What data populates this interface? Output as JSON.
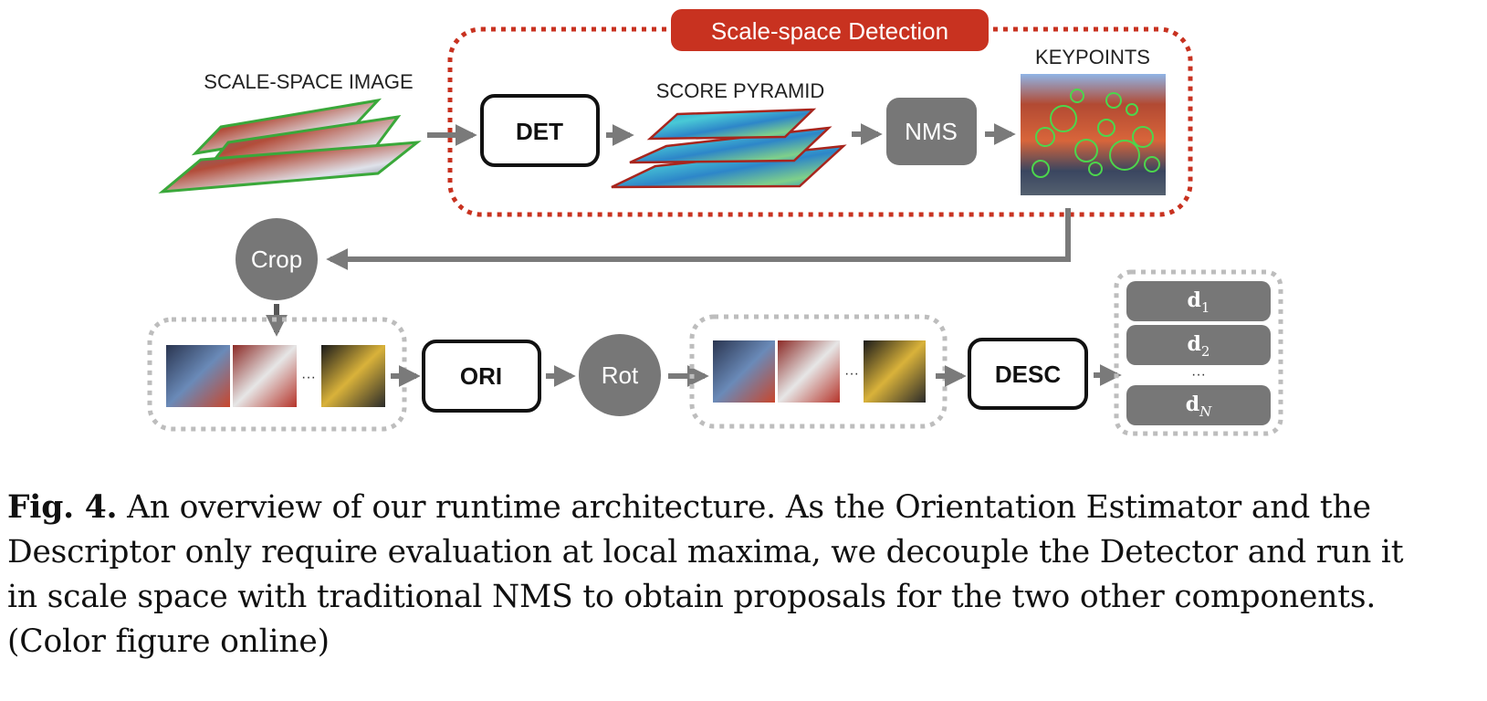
{
  "diagram": {
    "scale_space_detection_label": "Scale-space Detection",
    "scale_space_image_label": "SCALE-SPACE IMAGE",
    "score_pyramid_label": "SCORE PYRAMID",
    "keypoints_label": "KEYPOINTS",
    "det_label": "DET",
    "nms_label": "NMS",
    "crop_label": "Crop",
    "ori_label": "ORI",
    "rot_label": "Rot",
    "desc_label": "DESC",
    "ellipsis": "···",
    "descriptors": [
      {
        "base": "d",
        "sub": "1"
      },
      {
        "base": "d",
        "sub": "2"
      },
      {
        "base": "d",
        "sub": "N"
      }
    ]
  },
  "colors": {
    "detection_border": "#c83220",
    "detection_badge": "#c83220",
    "arrow": "#7a7a7a",
    "gray_node": "#777777",
    "dashed_gray": "#bdbdbd",
    "image_border": "#3aa83a",
    "pyramid_border": "#a8251d"
  },
  "caption": {
    "label": "Fig. 4.",
    "line1": " An overview of our runtime architecture. As the Orientation Estimator and the",
    "line2": "Descriptor only require evaluation at local maxima, we decouple the Detector and run it",
    "line3": "in scale space with traditional NMS to obtain proposals for the two other components.",
    "line4": "(Color figure online)"
  }
}
